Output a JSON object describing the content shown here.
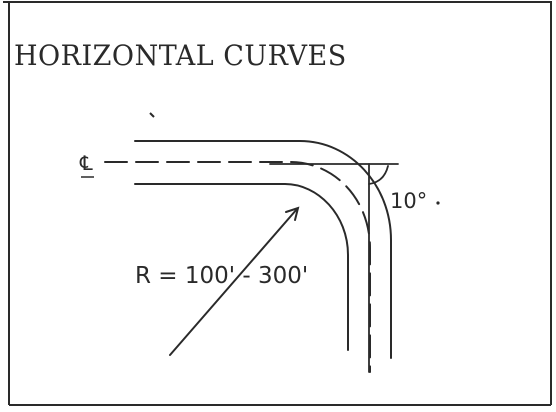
{
  "title": "HORIZONTAL CURVES",
  "labels": {
    "centerline_symbol": "℄",
    "angle": "10°",
    "radius": "R = 100' - 300'"
  },
  "colors": {
    "ink": "#2a2a2a",
    "paper": "#ffffff"
  }
}
